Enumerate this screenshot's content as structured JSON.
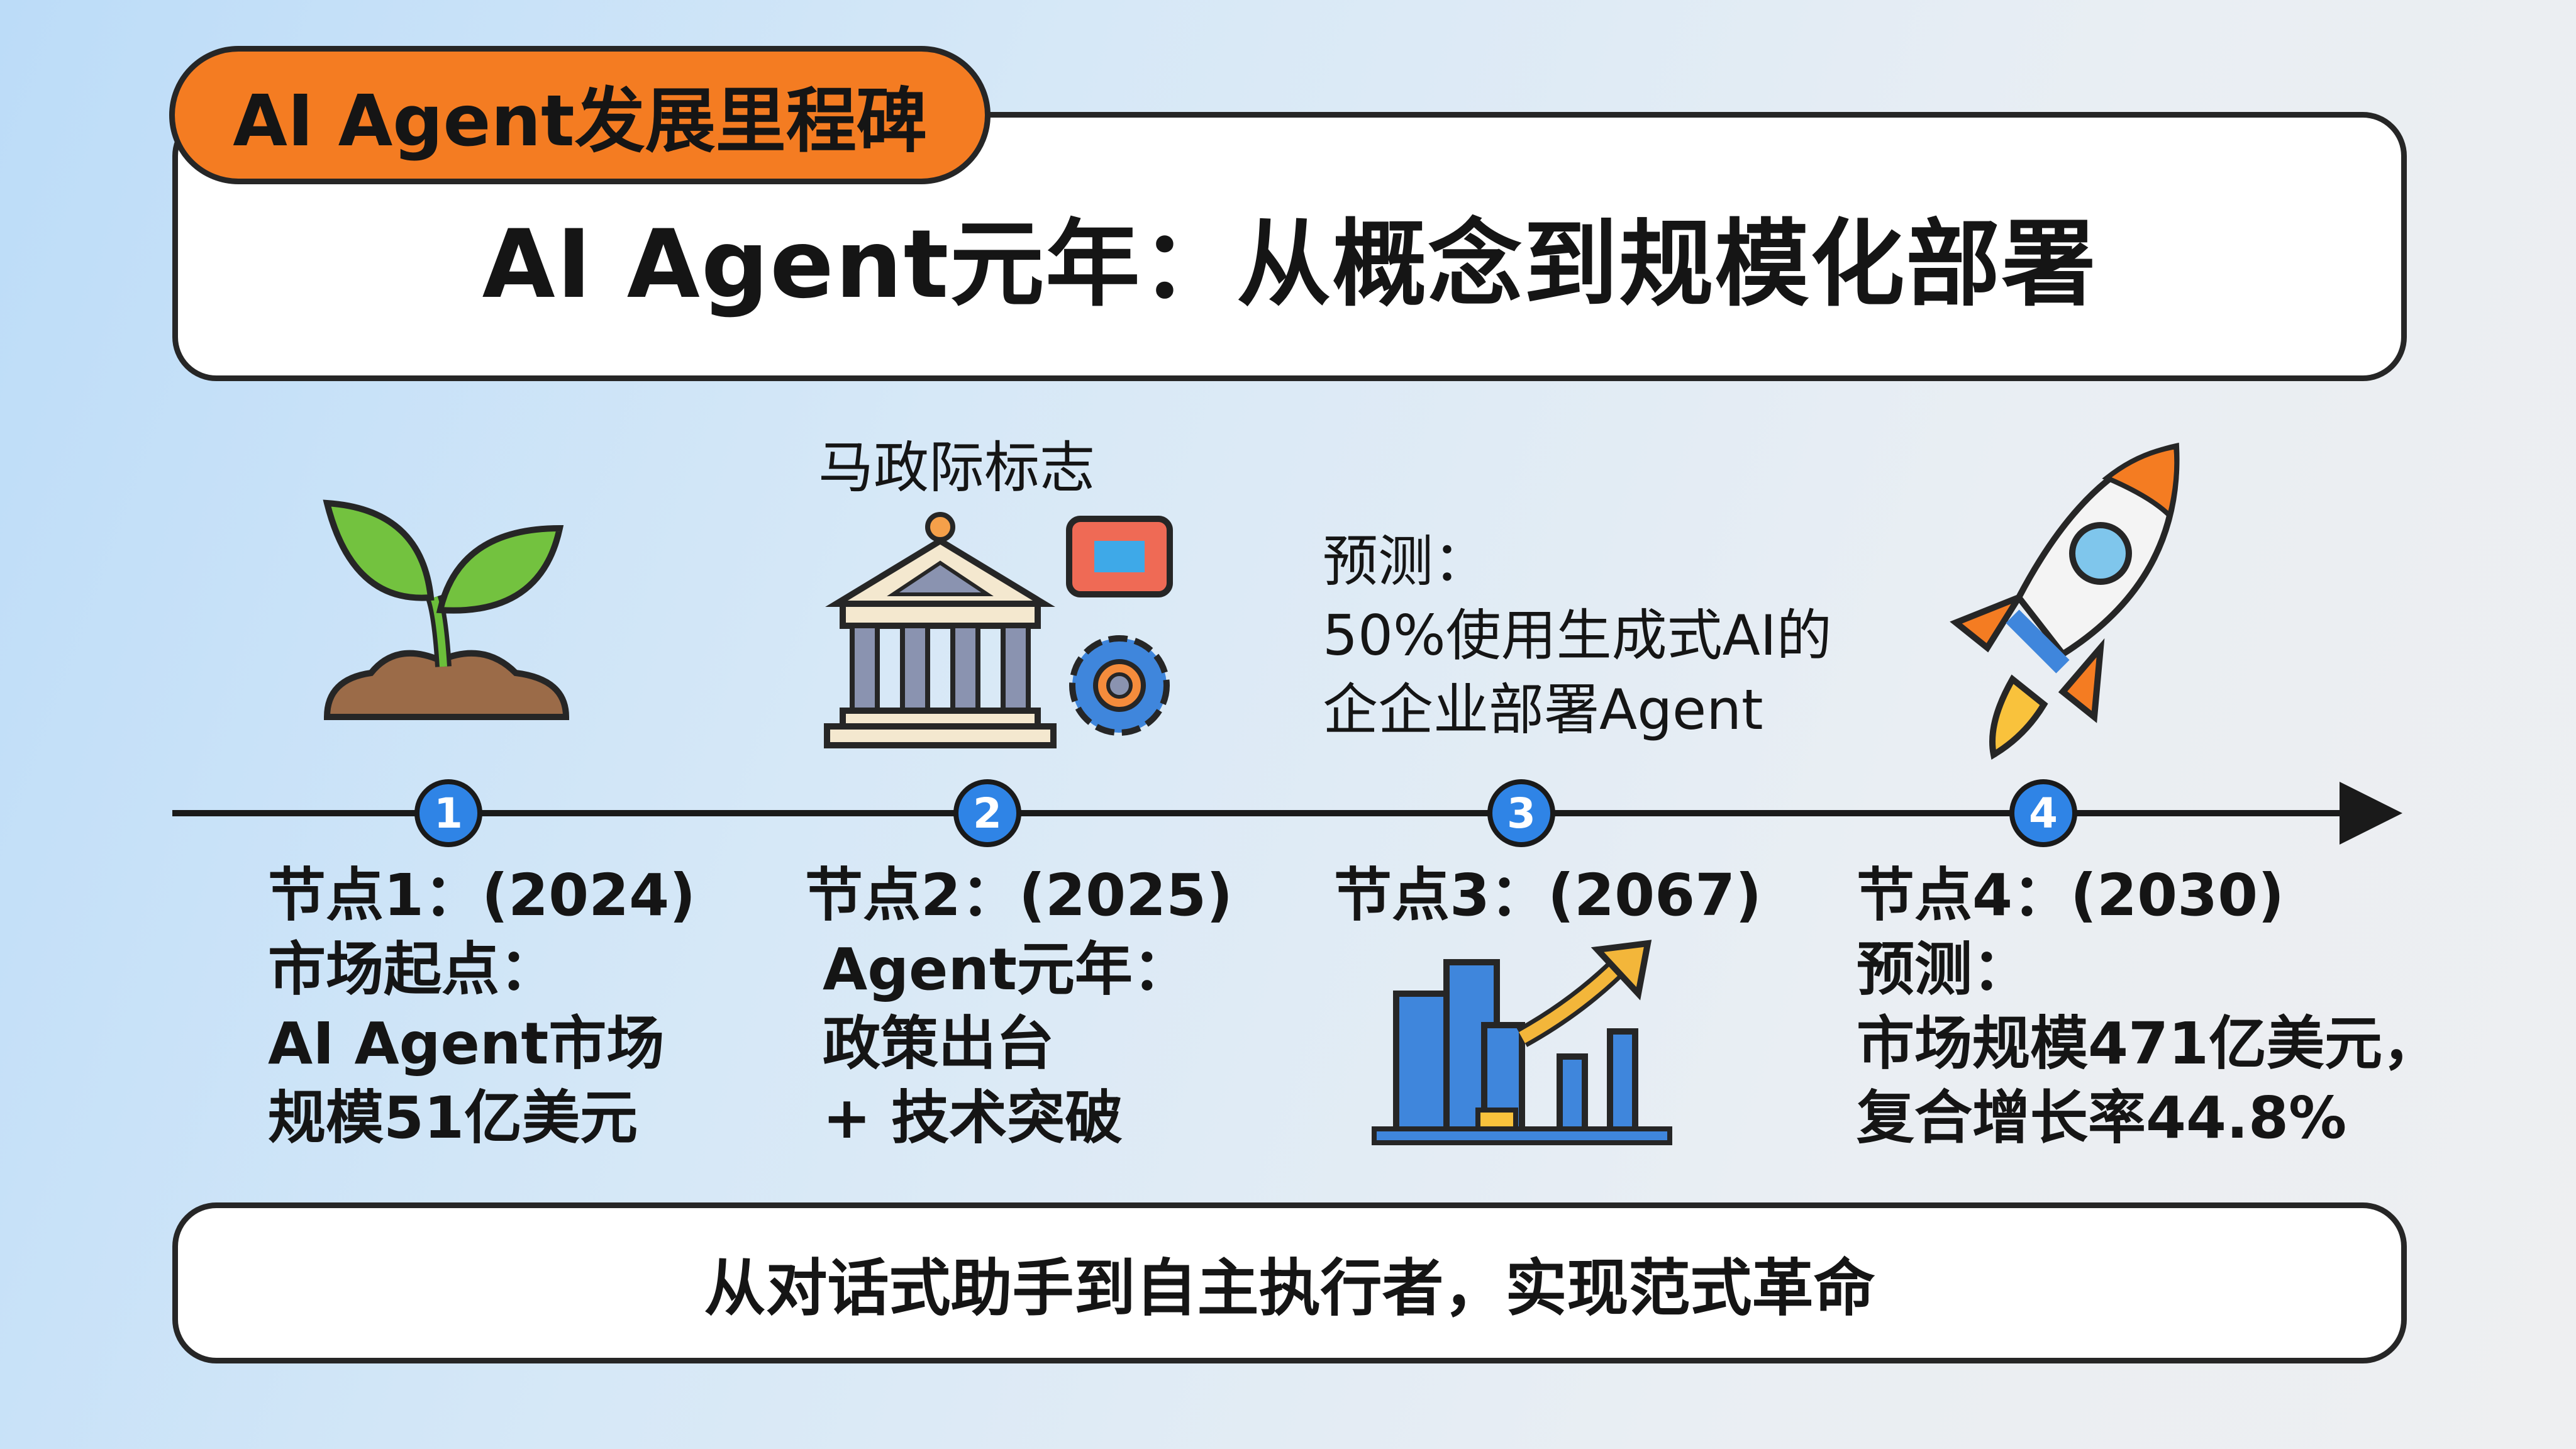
{
  "header": {
    "badge": "AI Agent发展里程碑",
    "title": "AI Agent元年：从概念到规模化部署"
  },
  "above_timeline": {
    "node2_caption": "马政际标志",
    "node3_forecast": [
      "预测：",
      "50%使用生成式AI的",
      "企企业部署Agent"
    ]
  },
  "nodes": [
    {
      "number": "1",
      "lines": [
        "节点1：(2024)",
        "市场起点：",
        "AI Agent市场",
        "规模51亿美元"
      ],
      "icon": "sprout-icon"
    },
    {
      "number": "2",
      "lines": [
        "节点2：(2025)",
        "Agent元年：",
        "政策出台",
        "+ 技术突破"
      ],
      "icon": "government-building-and-gear-icon"
    },
    {
      "number": "3",
      "lines": [
        "节点3：(2067)"
      ],
      "icon": "growth-bar-chart-icon"
    },
    {
      "number": "4",
      "lines": [
        "节点4：(2030)",
        "预测：",
        "市场规模471亿美元，",
        "复合增长率44.8%"
      ],
      "icon": "rocket-icon"
    }
  ],
  "footer": {
    "text": "从对话式助手到自主执行者，实现范式革命"
  },
  "colors": {
    "accent": "#f47c22",
    "node": "#2f84e6",
    "outline": "#262626"
  }
}
